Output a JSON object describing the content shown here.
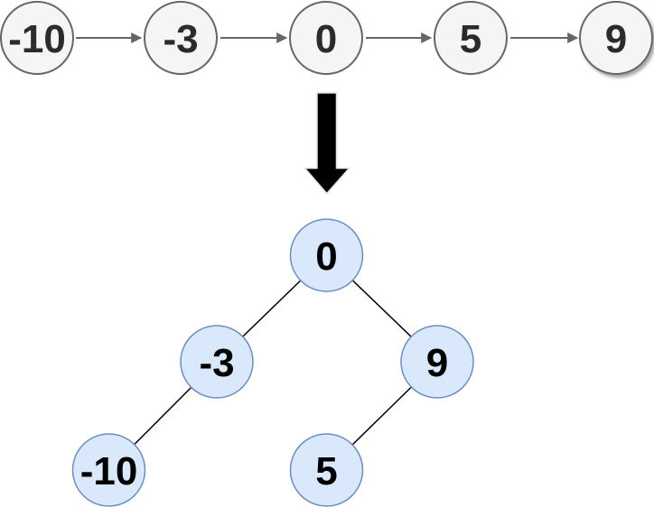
{
  "linked_list": {
    "nodes": [
      "-10",
      "-3",
      "0",
      "5",
      "9"
    ],
    "node_fill": "#f5f5f5",
    "node_stroke": "#666666",
    "text_color": "#2b2b2b",
    "arrow_color": "#666666"
  },
  "transform_arrow": {
    "direction": "down",
    "fill": "#000000"
  },
  "tree": {
    "node_fill": "#dae8fc",
    "node_stroke": "#6c8ebf",
    "text_color": "#000000",
    "edge_color": "#000000",
    "nodes": [
      {
        "value": "0",
        "parent": null,
        "side": "root"
      },
      {
        "value": "-3",
        "parent": "0",
        "side": "left"
      },
      {
        "value": "9",
        "parent": "0",
        "side": "right"
      },
      {
        "value": "-10",
        "parent": "-3",
        "side": "left"
      },
      {
        "value": "5",
        "parent": "9",
        "side": "left"
      }
    ],
    "edges": [
      [
        "0",
        "-3"
      ],
      [
        "0",
        "9"
      ],
      [
        "-3",
        "-10"
      ],
      [
        "9",
        "5"
      ]
    ]
  }
}
